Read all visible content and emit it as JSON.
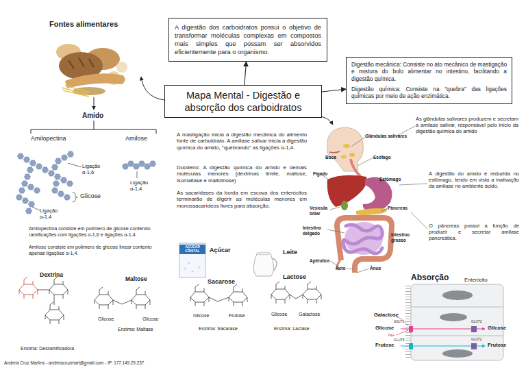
{
  "diagram": {
    "nodes": [
      {
        "text": [
          "Mapa Mental - Digestão e absorção dos carboidratos"
        ]
      },
      {
        "text": [
          "A digestão dos carboidratos possui o objetivo de transformar moléculas complexas em compostos mais simples que possam ser absorvidos eficientemente para o organismo."
        ]
      },
      {
        "text": [
          "Digestão mecânica: Consiste no ato mecânico de mastigação e mistura do bolo alimentar no intestino, facilitando a digestão química.",
          "Digestão química: Consiste na \"quebra\" das ligações químicas por meio de ação enzimática."
        ]
      }
    ],
    "edges": [
      {
        "from": 0,
        "to": 1,
        "arrow": "to"
      },
      {
        "from": 0,
        "to": 2,
        "arrow": "to"
      }
    ],
    "labels": [
      "Fontes alimentares",
      "Amido",
      "Amilopectina",
      "Amilose",
      "Ligação α-1,6",
      "Glicose",
      "Ligação α-1,4",
      "Ligação α-1,4",
      "Amilopectina consiste em polímero de glicose contendo ramificações com ligações α-1,6 e ligações α-1,4",
      "Amilose consiste em polímero de glicose linear contento apenas ligações α-1,4.",
      "Dextrina",
      "Maltose",
      "Açúcar",
      "AÇÚCAR CRISTAL",
      "Sacarose",
      "Leite",
      "Lactose",
      "Glicose",
      "Glicose",
      "Glicose",
      "Frutose",
      "Glicose",
      "Galactose",
      "Enzima: Desramificadora",
      "Enzima: Maltase",
      "Enzima: Sacarase",
      "Enzima: Lactase",
      "A mastigação inicia a digestão mecânica do alimento fonte de carboidrato. A amilase salivar inicia a digestão química do amido, \"quebrando\" as ligações α-1,4.",
      "Duodeno: A digestão química do amido e demais moléculas menores (dextrinas limite, maltose, isomaltase e maltotriose)",
      "As sacaridases da borda em escova dos enterócitos terminarão de digerir as moléculas menores em monossacarídeos livres para absorção.",
      "Glândulas salivares",
      "Boca",
      "Esôfago",
      "Fígado",
      "Estômago",
      "Vesícula biliar",
      "Pâncreas",
      "Intestino delgado",
      "Intestino grosso",
      "Apêndice",
      "Reto",
      "Ânus",
      "As glândulas salivares produzem e secretam a amilase salivar, responsável pelo início da digestão química do amido",
      "A digestão do amido é reduzida no estômago, tendo em vista a inativação da amilase no ambiente ácido.",
      "O pâncreas possui a função de produzir e secretar amilase pancreática.",
      "Absorção",
      "Enterócito",
      "Galactose",
      "SGLT1",
      "Glicose",
      "Na+",
      "GLUT5",
      "Frutose",
      "GLUT2",
      "Glicose",
      "GLUT2",
      "Frutose",
      "Andreia Cruz Martins - andreiacruzmart@gmail.com - IP: 177.149.29.237"
    ]
  }
}
